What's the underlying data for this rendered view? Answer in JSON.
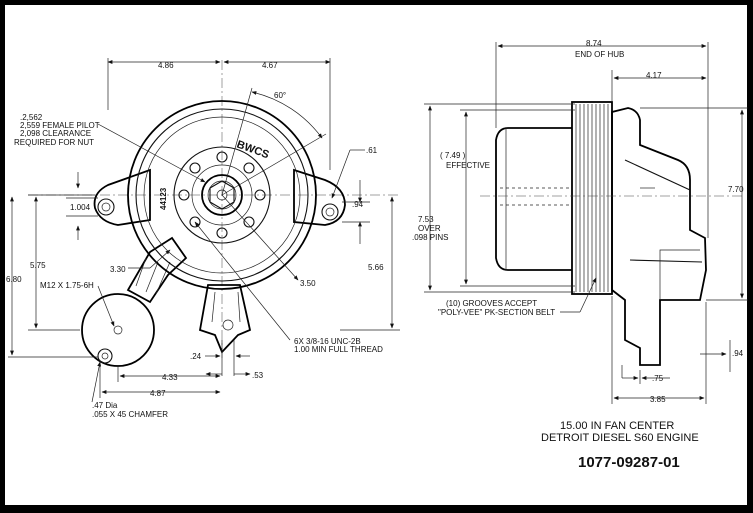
{
  "front_view": {
    "dim_4_86": "4.86",
    "dim_4_67": "4.67",
    "angle_60": "60°",
    "female_pilot": [
      ".2,562",
      "2,559 FEMALE PILOT",
      "2,098 CLEARANCE",
      "REQUIRED FOR NUT"
    ],
    "hub_text_bwcs": "BWCS",
    "hub_text_44123": "44123",
    "dim_61": ".61",
    "dim_1_004": "1.004",
    "dim_94": ".94",
    "dim_5_75": "5.75",
    "dim_6_80": "6.80",
    "dim_5_66": "5.66",
    "dim_3_30": "3.30",
    "thread_m12": "M12 X 1.75-6H",
    "dim_3_50": "3.50",
    "thread_6x": [
      "6X 3/8-16 UNC-2B",
      "1.00 MIN FULL THREAD"
    ],
    "dim_24": ".24",
    "dim_53": ".53",
    "dim_4_33": "4.33",
    "dim_4_87": "4.87",
    "chamfer": [
      ".47 Dia",
      ".055 X 45 CHAMFER"
    ]
  },
  "side_view": {
    "dim_8_74": [
      "8.74",
      "END OF HUB"
    ],
    "dim_4_17": "4.17",
    "dim_effective": [
      "(    7.49    )",
      "EFFECTIVE"
    ],
    "dim_7_53": [
      "7.53",
      "OVER",
      ".098 PINS"
    ],
    "dim_7_70": "7.70",
    "grooves": [
      "(10) GROOVES ACCEPT",
      "\"POLY-VEE\" PK-SECTION BELT"
    ],
    "dim_94": ".94",
    "dim_75": ".75",
    "dim_3_85": "3.85"
  },
  "title_block": {
    "line1": "15.00 IN FAN CENTER",
    "line2": "DETROIT DIESEL S60 ENGINE",
    "part_number": "1077-09287-01"
  }
}
